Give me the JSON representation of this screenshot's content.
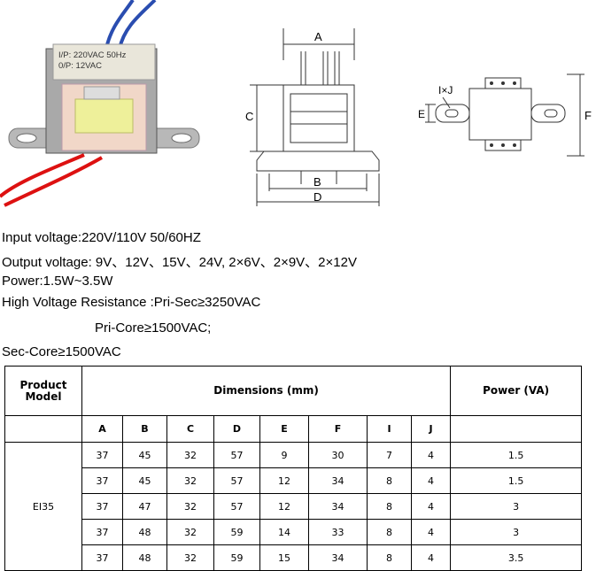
{
  "photo": {
    "label_line1": "I/P: 220VAC 50Hz",
    "label_line2": "0/P: 12VAC"
  },
  "drawing1": {
    "dim_a": "A",
    "dim_b": "B",
    "dim_c": "C",
    "dim_d": "D"
  },
  "drawing2": {
    "dim_ixj": "I×J",
    "dim_e": "E",
    "dim_f": "F"
  },
  "specs": [
    "Input voltage:220V/110V  50/60HZ",
    "Output voltage: 9V、12V、15V、24V, 2×6V、2×9V、2×12V",
    "Power:1.5W~3.5W",
    "High Voltage Resistance :Pri-Sec≥3250VAC",
    "Pri-Core≥1500VAC;",
    "Sec-Core≥1500VAC"
  ],
  "table": {
    "header_model": "Product Model",
    "header_dimensions": "Dimensions (mm)",
    "header_power": "Power (VA)",
    "columns": [
      "A",
      "B",
      "C",
      "D",
      "E",
      "F",
      "I",
      "J"
    ],
    "model": "EI35",
    "rows": [
      [
        "37",
        "45",
        "32",
        "57",
        "9",
        "30",
        "7",
        "4",
        "1.5"
      ],
      [
        "37",
        "45",
        "32",
        "57",
        "12",
        "34",
        "8",
        "4",
        "1.5"
      ],
      [
        "37",
        "47",
        "32",
        "57",
        "12",
        "34",
        "8",
        "4",
        "3"
      ],
      [
        "37",
        "48",
        "32",
        "59",
        "14",
        "33",
        "8",
        "4",
        "3"
      ],
      [
        "37",
        "48",
        "32",
        "59",
        "15",
        "34",
        "8",
        "4",
        "3.5"
      ]
    ]
  }
}
